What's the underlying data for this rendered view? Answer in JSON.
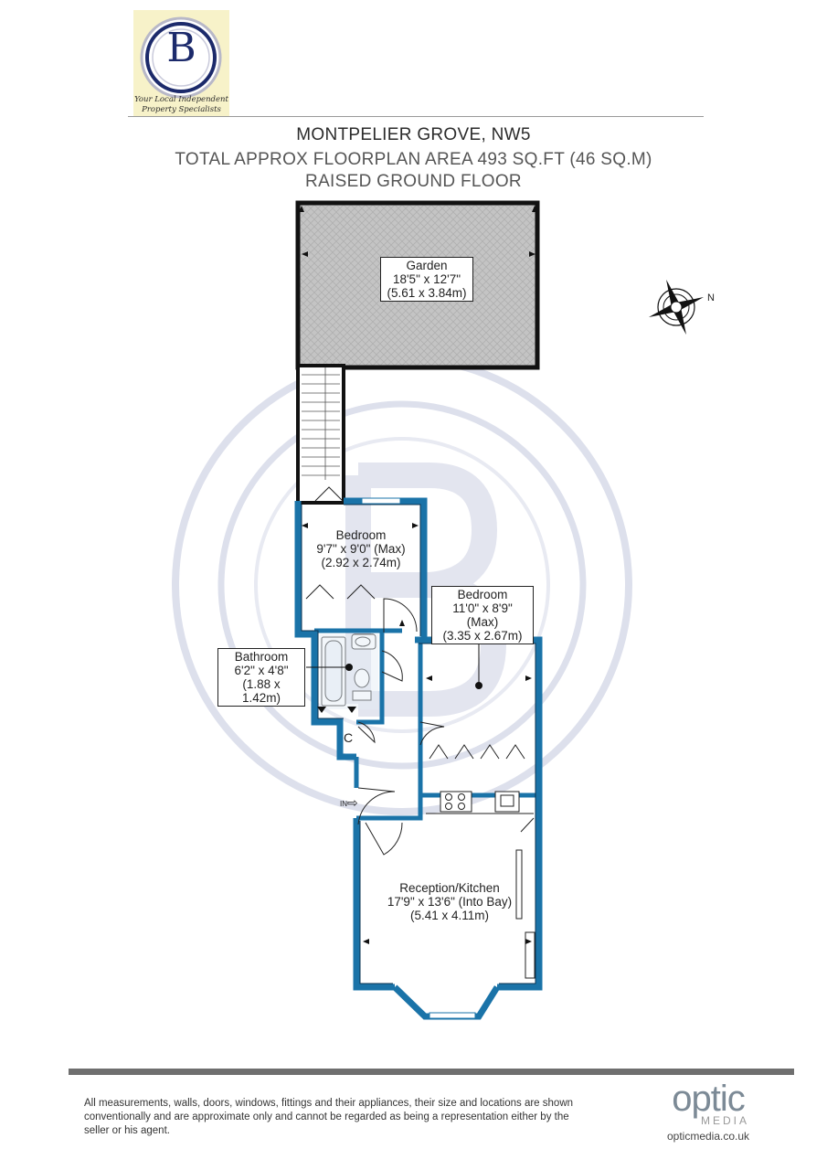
{
  "header": {
    "address": "MONTPELIER GROVE, NW5",
    "total_area": "TOTAL APPROX FLOORPLAN AREA 493 SQ.FT (46 SQ.M)",
    "floor_name": "RAISED GROUND FLOOR"
  },
  "logo": {
    "letter": "B",
    "tagline_1": "Your Local Independent",
    "tagline_2": "Property Specialists"
  },
  "rooms": {
    "garden": {
      "name": "Garden",
      "imperial": "18'5\" x 12'7\"",
      "metric": "(5.61 x 3.84m)"
    },
    "bedroom_1": {
      "name": "Bedroom",
      "imperial": "9'7\" x 9'0\" (Max)",
      "metric": "(2.92 x 2.74m)"
    },
    "bedroom_2": {
      "name": "Bedroom",
      "imperial": "11'0\" x 8'9\" (Max)",
      "metric": "(3.35 x 2.67m)"
    },
    "bathroom": {
      "name": "Bathroom",
      "imperial": "6'2\" x 4'8\"",
      "metric": "(1.88 x 1.42m)"
    },
    "reception": {
      "name": "Reception/Kitchen",
      "imperial": "17'9\" x 13'6\" (Into Bay)",
      "metric": "(5.41 x 4.11m)"
    }
  },
  "markers": {
    "cupboard": "C",
    "entrance": "IN",
    "compass": "N"
  },
  "colors": {
    "wall": "#1a73a8",
    "garden_fill": "#c4c4c4",
    "watermark": "#dde0ec",
    "logo_navy": "#1c2a6b"
  },
  "footer": {
    "disclaimer": "All measurements, walls, doors, windows, fittings and their appliances, their size and locations are shown conventionally and are approximate only and cannot be regarded as being a representation either by the seller or his agent.",
    "brand_word": "optic",
    "brand_sub": "MEDIA",
    "brand_url": "opticmedia.co.uk"
  }
}
